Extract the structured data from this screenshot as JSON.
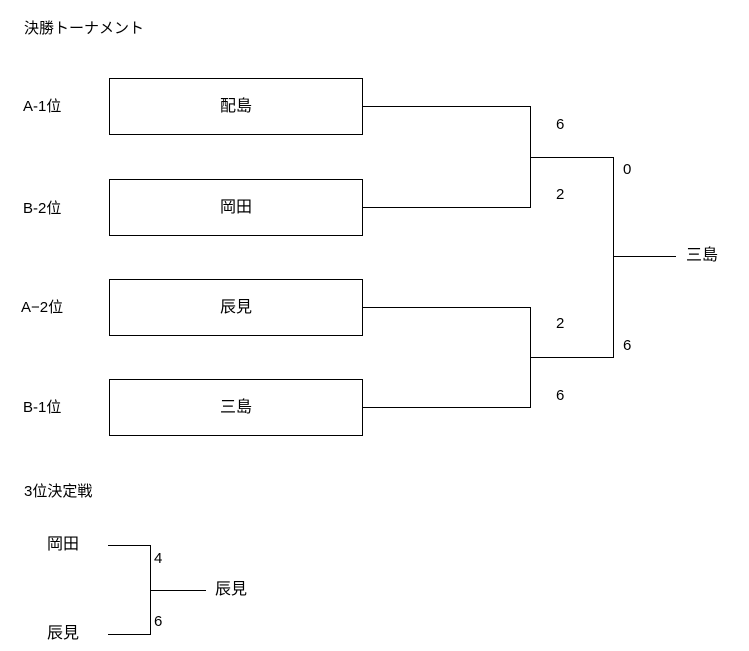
{
  "final_tournament": {
    "title": "決勝トーナメント",
    "entries": [
      {
        "seed": "A-1位",
        "team": "配島"
      },
      {
        "seed": "B-2位",
        "team": "岡田"
      },
      {
        "seed": "A−2位",
        "team": "辰見"
      },
      {
        "seed": "B-1位",
        "team": "三島"
      }
    ],
    "semifinals": [
      {
        "top_score": "6",
        "bottom_score": "2"
      },
      {
        "top_score": "2",
        "bottom_score": "6"
      }
    ],
    "final": {
      "top_score": "0",
      "bottom_score": "6",
      "winner": "三島"
    }
  },
  "third_place_match": {
    "title": "3位決定戦",
    "top": {
      "team": "岡田",
      "score": "4"
    },
    "bottom": {
      "team": "辰見",
      "score": "6"
    },
    "winner": "辰見"
  },
  "colors": {
    "line": "#000000",
    "text": "#000000",
    "background": "#ffffff"
  }
}
